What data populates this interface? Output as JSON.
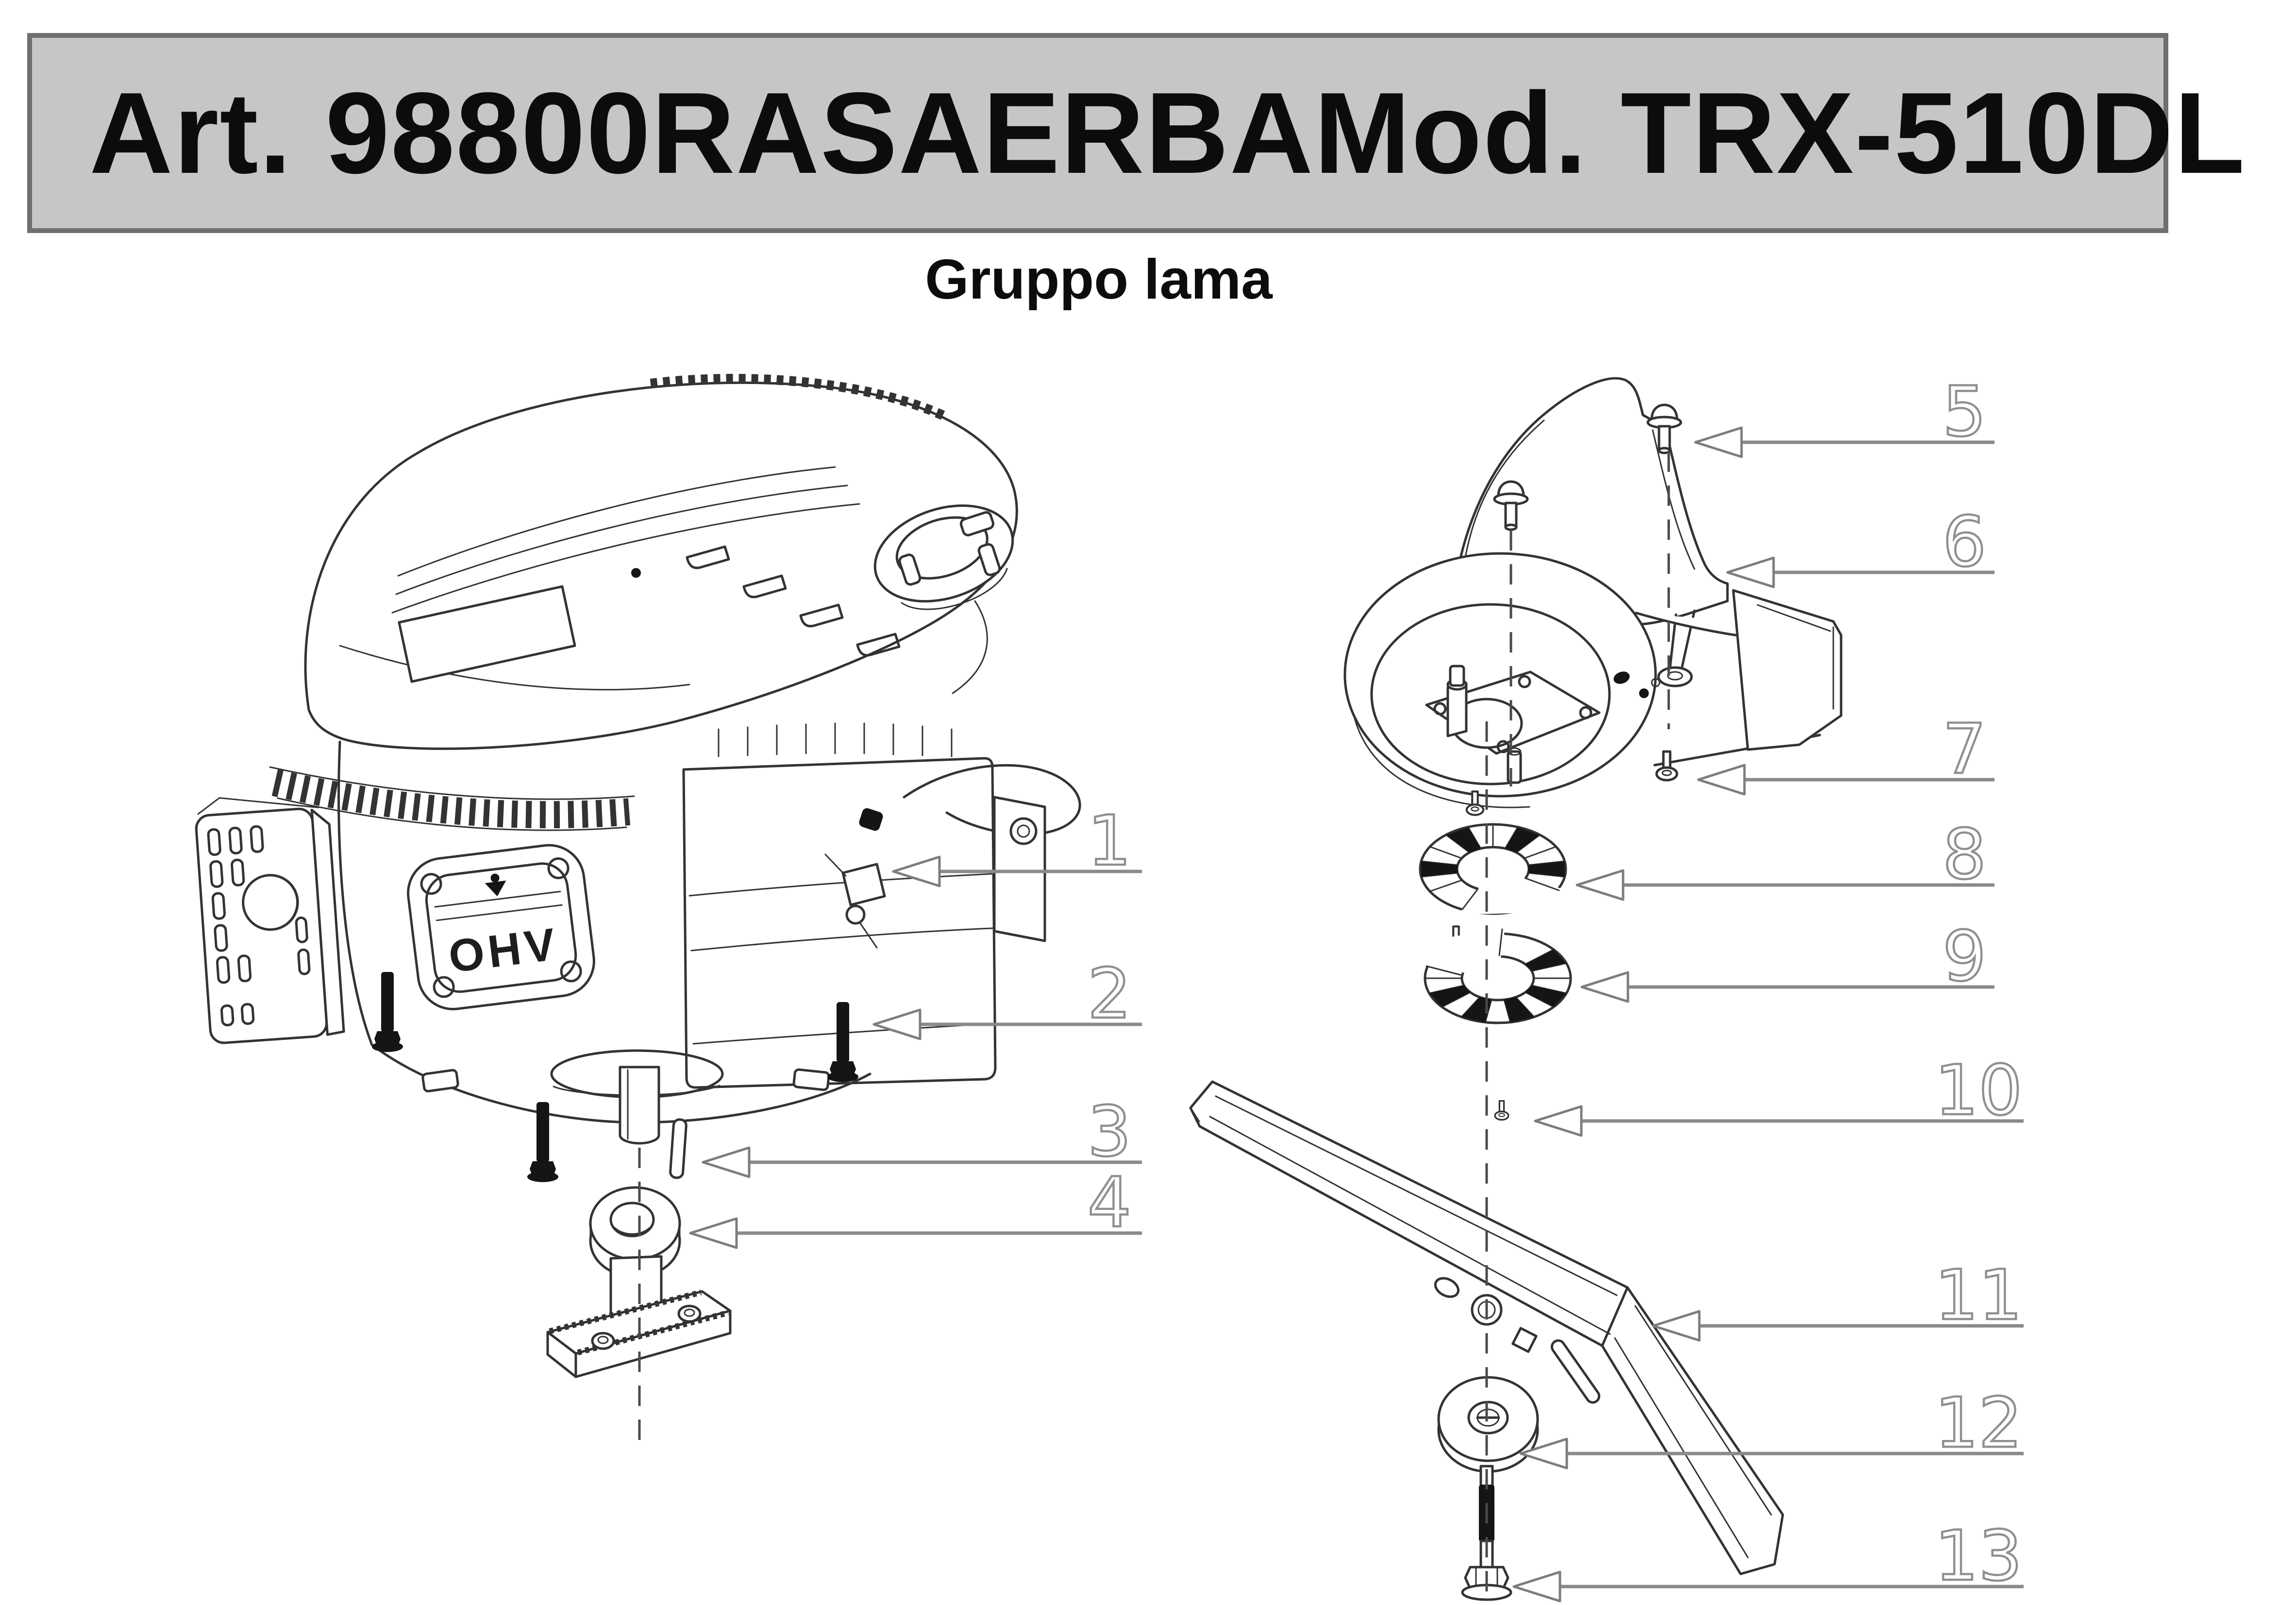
{
  "header": {
    "article_no": "Art. 98800",
    "title": "RASAERBA",
    "model": "Mod. TRX-510DL"
  },
  "subtitle": "Gruppo lama",
  "engine": {
    "valve_cover_label": "OHV"
  },
  "callouts": [
    {
      "number": "1"
    },
    {
      "number": "2"
    },
    {
      "number": "3"
    },
    {
      "number": "4"
    },
    {
      "number": "5"
    },
    {
      "number": "6"
    },
    {
      "number": "7"
    },
    {
      "number": "8"
    },
    {
      "number": "9"
    },
    {
      "number": "10"
    },
    {
      "number": "11"
    },
    {
      "number": "12"
    },
    {
      "number": "13"
    }
  ],
  "colors": {
    "page_bg": "#ffffff",
    "header_bg": "#c6c6c6",
    "header_border": "#6f6f6f",
    "line_art": "#333333",
    "callout_gray": "#8f8f8f",
    "solid_part_black": "#151515"
  }
}
